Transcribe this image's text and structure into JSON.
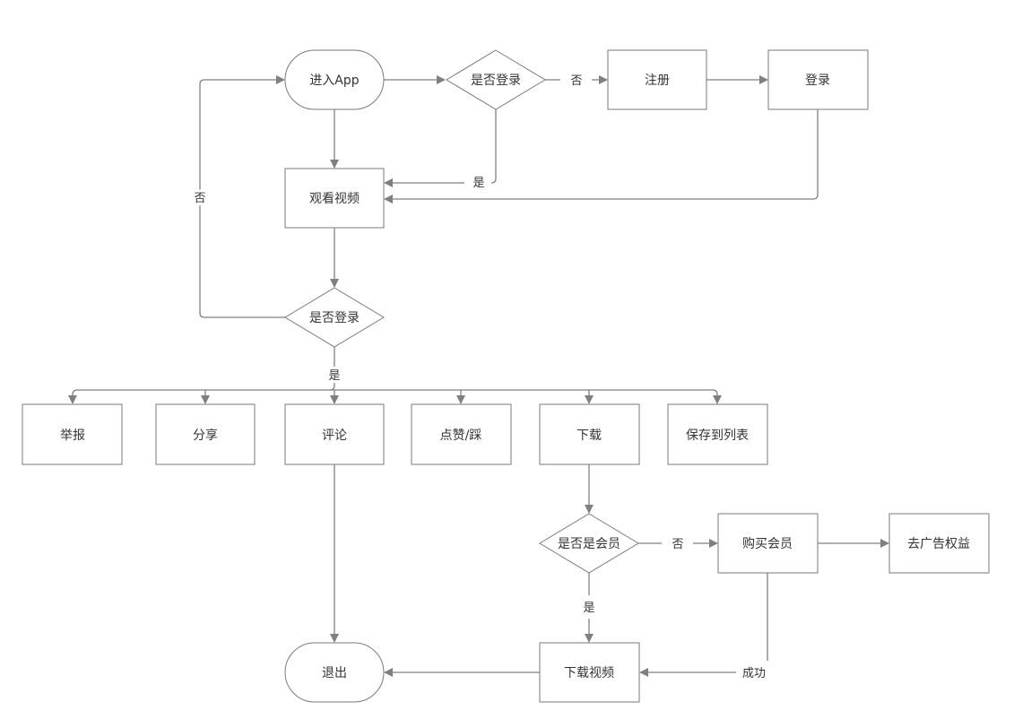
{
  "nodes": {
    "enter_app": "进入App",
    "login_check_top": "是否登录",
    "register": "注册",
    "login": "登录",
    "watch_video": "观看视频",
    "login_check_mid": "是否登录",
    "report": "举报",
    "share": "分享",
    "comment": "评论",
    "like_dislike": "点赞/踩",
    "download": "下载",
    "save_to_list": "保存到列表",
    "member_check": "是否是会员",
    "buy_membership": "购买会员",
    "ad_free": "去广告权益",
    "download_video": "下载视频",
    "exit": "退出"
  },
  "edge_labels": {
    "top_no": "否",
    "top_yes": "是",
    "mid_no": "否",
    "mid_yes": "是",
    "member_no": "否",
    "member_yes": "是",
    "success": "成功"
  },
  "colors": {
    "line": "#7f7f7f",
    "border": "#7a7a7a",
    "text": "#333333"
  }
}
